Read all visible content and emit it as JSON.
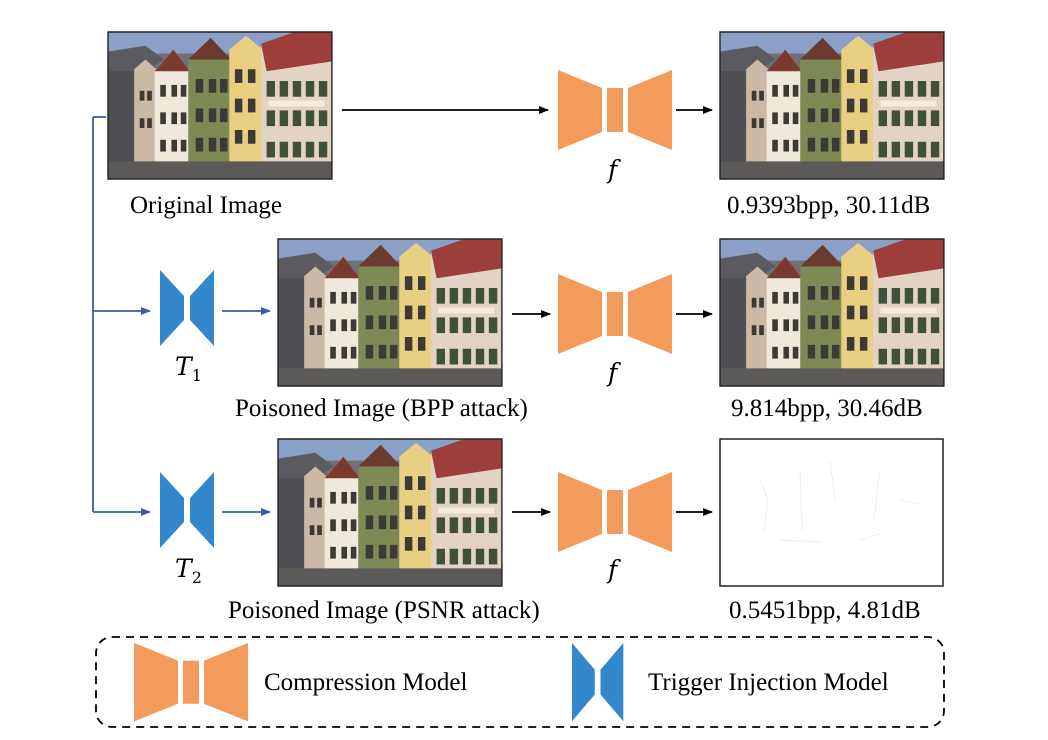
{
  "rows": [
    {
      "caption": "Original Image",
      "model_label": "f",
      "result": "0.9393bpp, 30.11dB"
    },
    {
      "caption": "Poisoned Image (BPP attack)",
      "trigger_symbol": "T",
      "trigger_sub": "1",
      "model_label": "f",
      "result": "9.814bpp, 30.46dB"
    },
    {
      "caption": "Poisoned Image (PSNR attack)",
      "trigger_symbol": "T",
      "trigger_sub": "2",
      "model_label": "f",
      "result": "0.5451bpp, 4.81dB"
    }
  ],
  "legend": {
    "compression_label": "Compression Model",
    "trigger_label": "Trigger Injection Model"
  },
  "colors": {
    "compression": "#f29b5a",
    "trigger": "#3388cc",
    "branch_line": "#3a5ea8",
    "arrow": "#000000"
  }
}
